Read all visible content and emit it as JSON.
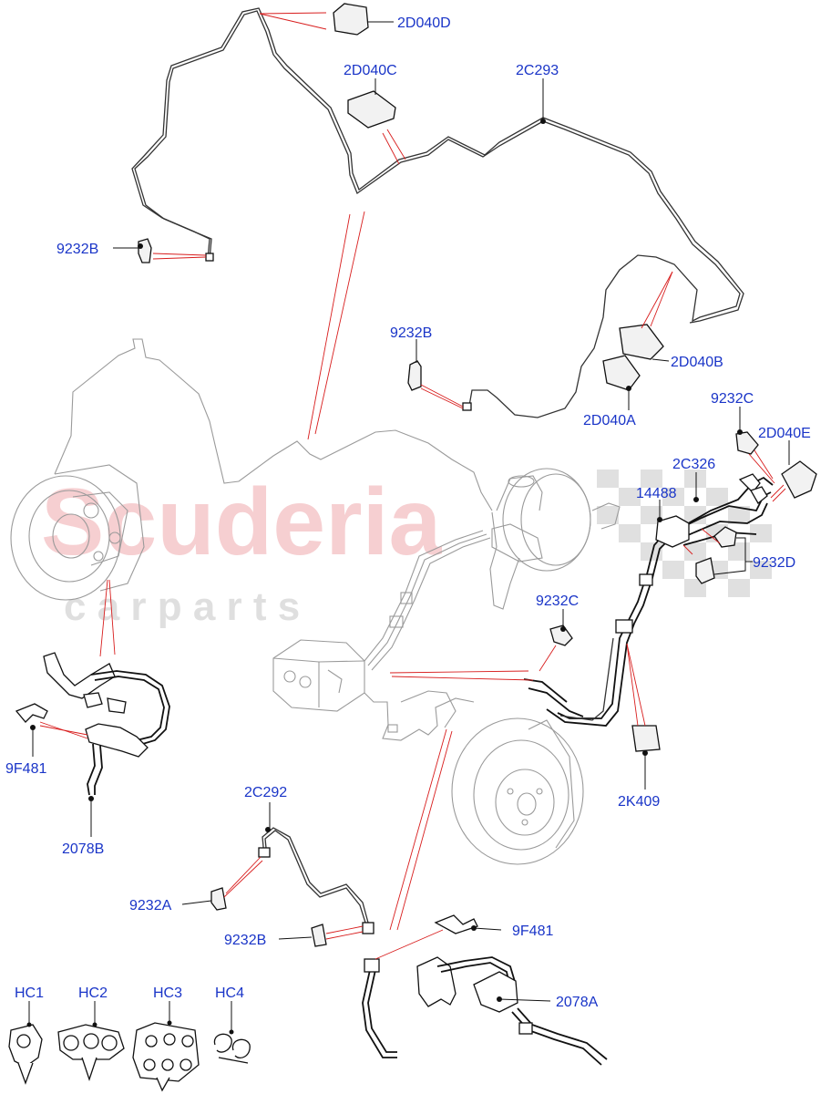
{
  "watermark": {
    "main": "Scuderia",
    "sub": "c a r   p a r t s",
    "color": "#f2b8bc"
  },
  "colors": {
    "label": "#1a35c8",
    "highlight": "#d81d1d",
    "line": "#111111",
    "ghost": "#9a9a9a"
  },
  "labels": {
    "d040d": "2D040D",
    "d040c": "2D040C",
    "c293": "2C293",
    "b9232_top": "9232B",
    "b9232_mid": "9232B",
    "d040b": "2D040B",
    "d040a": "2D040A",
    "c9232_top": "9232C",
    "d040e": "2D040E",
    "c326": "2C326",
    "p14488": "14488",
    "d9232": "9232D",
    "c9232_mid": "9232C",
    "k409": "2K409",
    "f481_left": "9F481",
    "b2078": "2078B",
    "c292": "2C292",
    "a9232": "9232A",
    "b9232_low": "9232B",
    "f481_right": "9F481",
    "a2078": "2078A",
    "hc1": "HC1",
    "hc2": "HC2",
    "hc3": "HC3",
    "hc4": "HC4"
  },
  "icons": [
    "clip-icon",
    "brake-disc-icon",
    "abs-module-icon",
    "master-cylinder-icon",
    "brake-hose-icon",
    "checkered-flag-icon"
  ]
}
